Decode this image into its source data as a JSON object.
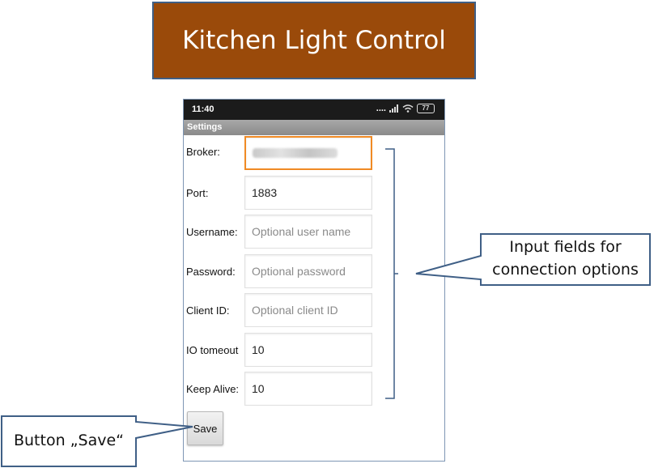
{
  "banner": {
    "title": "Kitchen Light Control"
  },
  "phone": {
    "status_time": "11:40",
    "status_signal": "....",
    "battery": "77",
    "screen_title": "Settings",
    "fields": [
      {
        "label": "Broker:",
        "value": "",
        "placeholder": ""
      },
      {
        "label": "Port:",
        "value": "1883",
        "placeholder": ""
      },
      {
        "label": "Username:",
        "value": "",
        "placeholder": "Optional user name"
      },
      {
        "label": "Password:",
        "value": "",
        "placeholder": "Optional password"
      },
      {
        "label": "Client ID:",
        "value": "",
        "placeholder": "Optional client ID"
      },
      {
        "label": "IO tomeout",
        "value": "10",
        "placeholder": ""
      },
      {
        "label": "Keep Alive:",
        "value": "10",
        "placeholder": ""
      }
    ],
    "save_label": "Save"
  },
  "callouts": {
    "inputs_line1": "Input fields for",
    "inputs_line2": "connection options",
    "button_text": "Button „Save“"
  },
  "colors": {
    "banner_bg": "#9a4a0a",
    "callout_border": "#3f5f86",
    "focus_border": "#f08a24"
  }
}
